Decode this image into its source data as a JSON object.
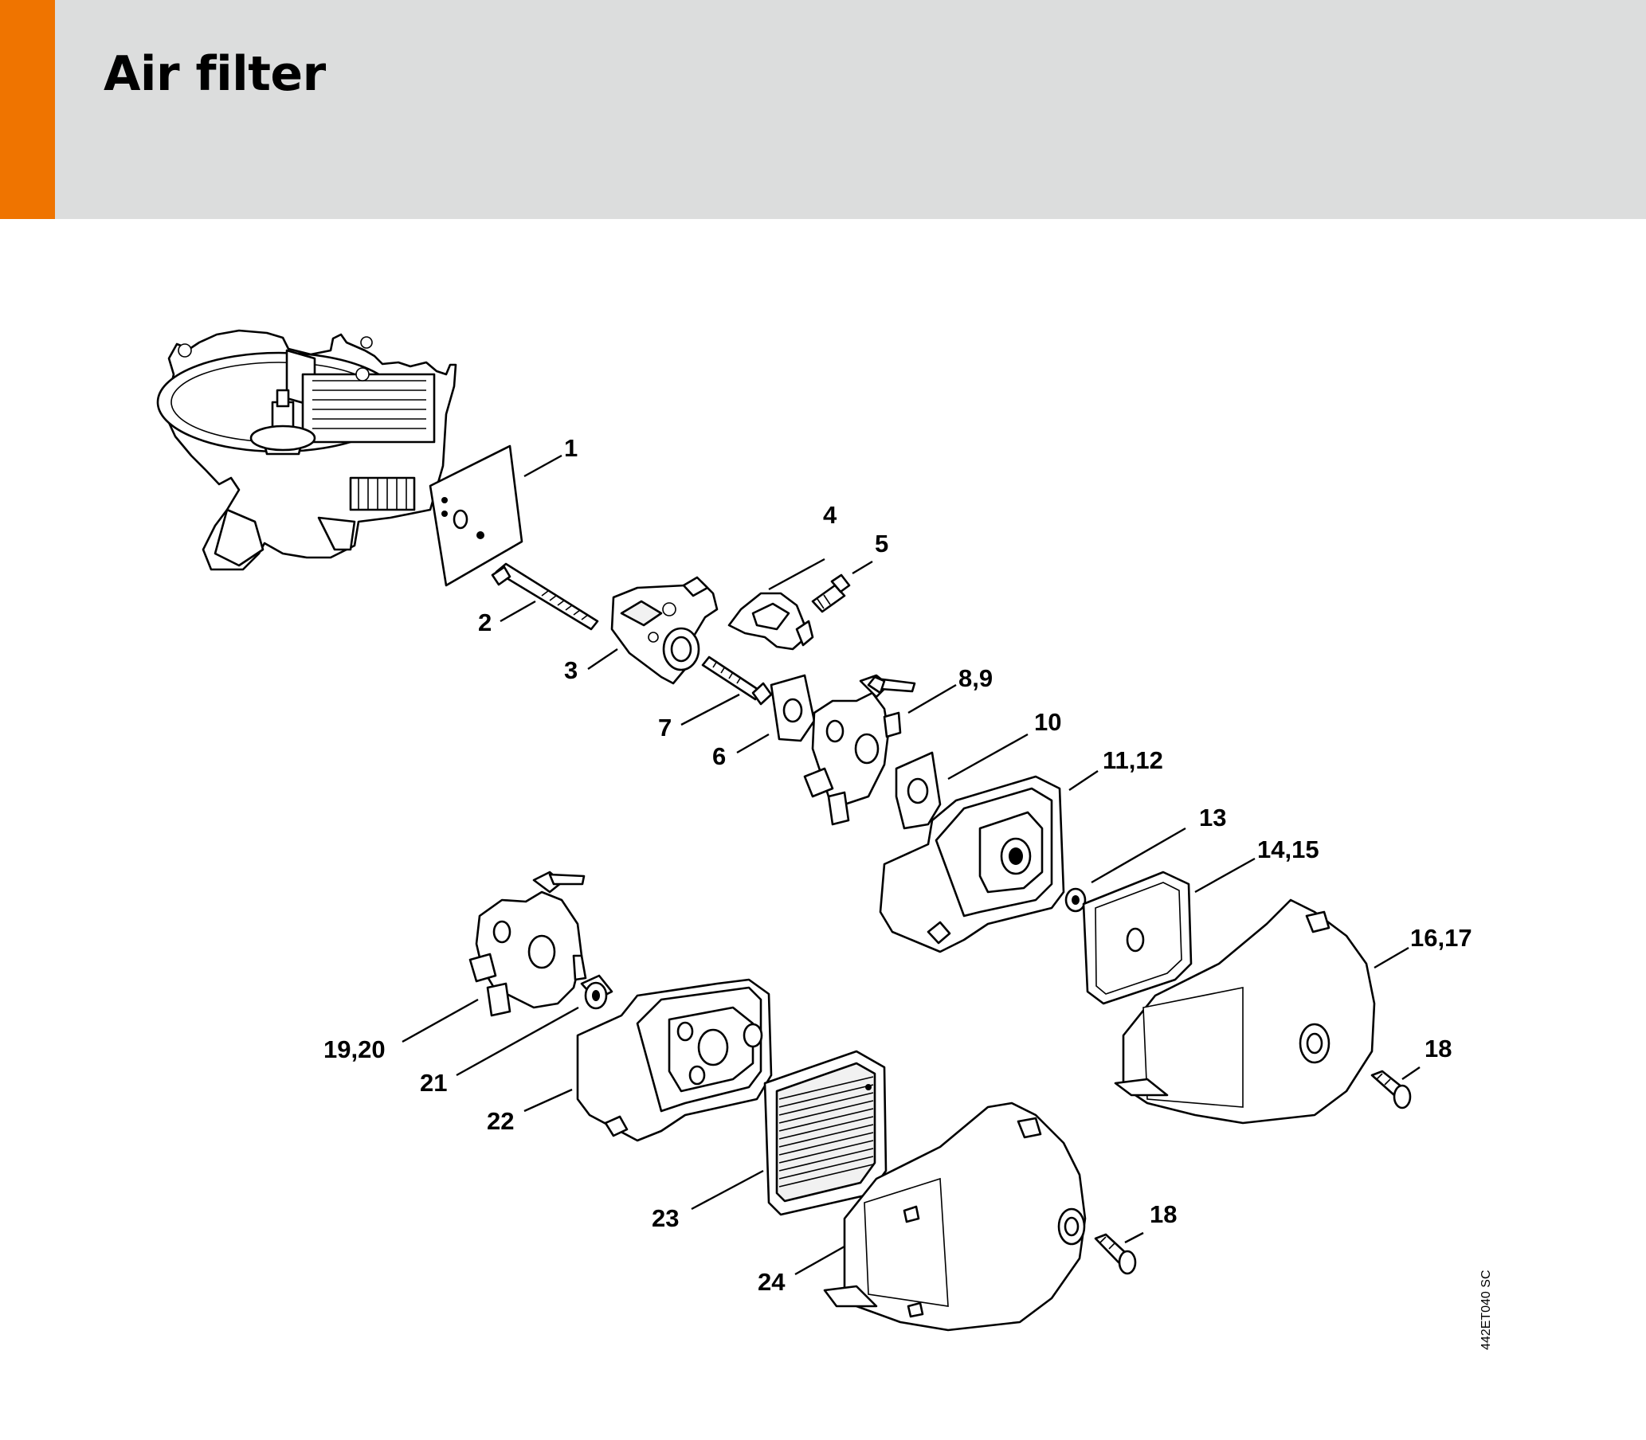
{
  "header": {
    "title": "Air filter",
    "accent_color": "#ef7400",
    "background_color": "#dcdddd"
  },
  "callouts": [
    {
      "id": "c1",
      "label": "1"
    },
    {
      "id": "c2",
      "label": "2"
    },
    {
      "id": "c3",
      "label": "3"
    },
    {
      "id": "c4",
      "label": "4"
    },
    {
      "id": "c5",
      "label": "5"
    },
    {
      "id": "c6",
      "label": "6"
    },
    {
      "id": "c7",
      "label": "7"
    },
    {
      "id": "c89",
      "label": "8,9"
    },
    {
      "id": "c10",
      "label": "10"
    },
    {
      "id": "c1112",
      "label": "11,12"
    },
    {
      "id": "c13",
      "label": "13"
    },
    {
      "id": "c1415",
      "label": "14,15"
    },
    {
      "id": "c1617",
      "label": "16,17"
    },
    {
      "id": "c18a",
      "label": "18"
    },
    {
      "id": "c1920",
      "label": "19,20"
    },
    {
      "id": "c21",
      "label": "21"
    },
    {
      "id": "c22",
      "label": "22"
    },
    {
      "id": "c23",
      "label": "23"
    },
    {
      "id": "c24",
      "label": "24"
    },
    {
      "id": "c18b",
      "label": "18"
    }
  ],
  "diagram_code": "442ET040 SC"
}
